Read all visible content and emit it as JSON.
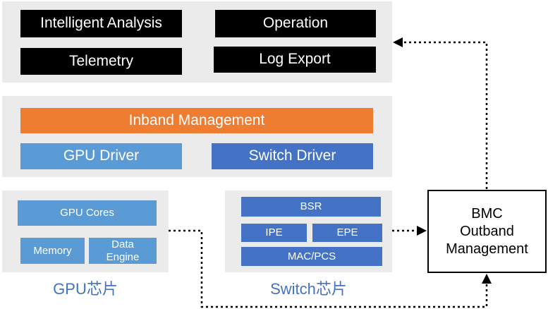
{
  "app_layer": {
    "intelligent_analysis": "Intelligent Analysis",
    "operation": "Operation",
    "telemetry": "Telemetry",
    "log_export": "Log Export"
  },
  "driver_layer": {
    "inband_management": "Inband Management",
    "gpu_driver": "GPU Driver",
    "switch_driver": "Switch Driver"
  },
  "gpu_chip": {
    "cores": "GPU Cores",
    "memory": "Memory",
    "data_engine_line1": "Data",
    "data_engine_line2": "Engine",
    "caption": "GPU芯片"
  },
  "switch_chip": {
    "bsr": "BSR",
    "ipe": "IPE",
    "epe": "EPE",
    "mac_pcs": "MAC/PCS",
    "caption": "Switch芯片"
  },
  "bmc": {
    "line1": "BMC",
    "line2": "Outband",
    "line3": "Management"
  },
  "colors": {
    "black_box": "#000000",
    "orange": "#ee7d31",
    "light_blue": "#5b9bd5",
    "dark_blue": "#4472c4",
    "panel_gray": "#ebebeb"
  }
}
